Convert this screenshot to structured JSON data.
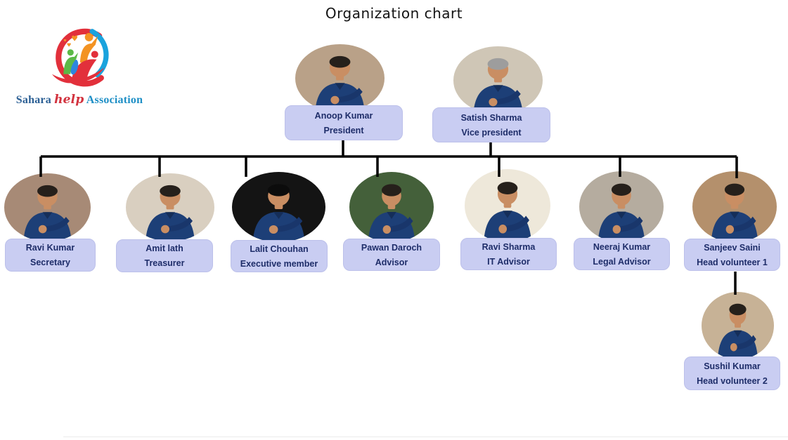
{
  "page": {
    "title": "Organization chart"
  },
  "logo": {
    "part1": "Sahara",
    "part2": "help",
    "part3": "Association",
    "colors": {
      "swoosh_red": "#e2303b",
      "swoosh_blue": "#1aa3dd",
      "figure_orange": "#f39323",
      "figure_green": "#5cb947",
      "figure_red": "#e2303b",
      "figure_blue": "#2e86de",
      "hearts": "#f39323"
    }
  },
  "theme": {
    "title_color": "#151515",
    "box_bg": "#c9cdf2",
    "box_border": "#bcc0ea",
    "text_color": "#1e2d69",
    "line_color": "#000000",
    "shirt": "#1d3f77",
    "shirt_dark": "#19366b",
    "collar": "#152e59",
    "skin": "#c98e63",
    "logo_blue1": "#2b5f94",
    "logo_red": "#d2323e",
    "logo_blue2": "#1e8fc6"
  },
  "chart": {
    "people": [
      {
        "name": "Anoop Kumar",
        "title": "President",
        "photo_bg": "#b9a188",
        "hair": "#26201b"
      },
      {
        "name": "Satish Sharma",
        "title": "Vice president",
        "photo_bg": "#cfc6b6",
        "hair": "#9d9d9d"
      },
      {
        "name": "Ravi Kumar",
        "title": "Secretary",
        "photo_bg": "#a78a76",
        "hair": "#26201b"
      },
      {
        "name": "Amit lath",
        "title": "Treasurer",
        "photo_bg": "#d9cfc0",
        "hair": "#26201b"
      },
      {
        "name": "Lalit Chouhan",
        "title": "Executive member",
        "photo_bg": "#141414",
        "hair": "#0c0c0c"
      },
      {
        "name": "Pawan Daroch",
        "title": "Advisor",
        "photo_bg": "#44603a",
        "hair": "#26201b"
      },
      {
        "name": "Ravi Sharma",
        "title": "IT Advisor",
        "photo_bg": "#eee8da",
        "hair": "#26201b"
      },
      {
        "name": "Neeraj Kumar",
        "title": "Legal Advisor",
        "photo_bg": "#b5ac9f",
        "hair": "#26201b"
      },
      {
        "name": "Sanjeev Saini",
        "title": "Head volunteer 1",
        "photo_bg": "#b4906c",
        "hair": "#26201b"
      },
      {
        "name": "Sushil Kumar",
        "title": "Head volunteer 2",
        "photo_bg": "#c7b296",
        "hair": "#26201b"
      }
    ]
  }
}
